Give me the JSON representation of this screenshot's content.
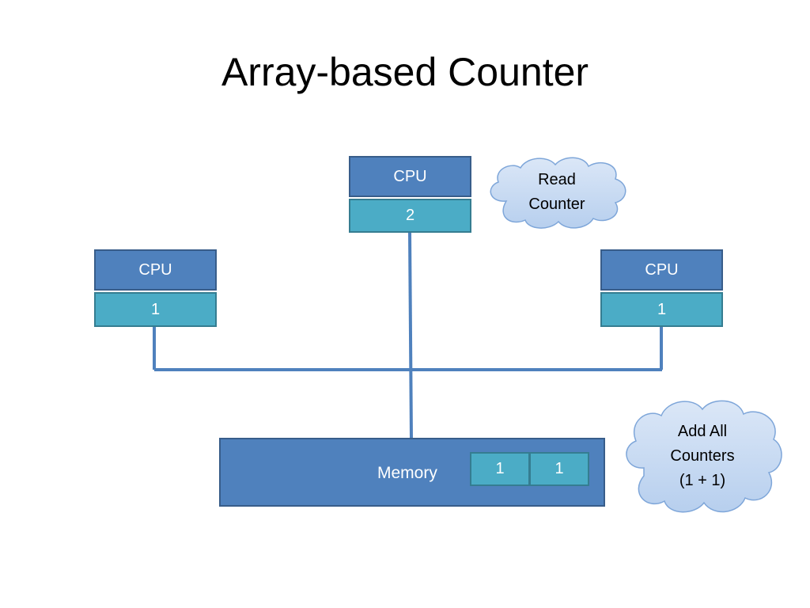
{
  "slide": {
    "title": "Array-based Counter"
  },
  "cpus": [
    {
      "label": "CPU",
      "value": "2"
    },
    {
      "label": "CPU",
      "value": "1"
    },
    {
      "label": "CPU",
      "value": "1"
    }
  ],
  "memory": {
    "label": "Memory",
    "cells": [
      "1",
      "1"
    ]
  },
  "clouds": {
    "read": {
      "lines": [
        "Read",
        "Counter"
      ]
    },
    "add": {
      "lines": [
        "Add All",
        "Counters",
        "(1 + 1)"
      ]
    }
  },
  "colors": {
    "box_fill": "#4f81bd",
    "box_border": "#385d8a",
    "counter_fill": "#4bacc6",
    "counter_border": "#357d91",
    "connector": "#4f81bd",
    "cloud_fill": "#c6d9f1",
    "cloud_border": "#7ea6d9"
  }
}
